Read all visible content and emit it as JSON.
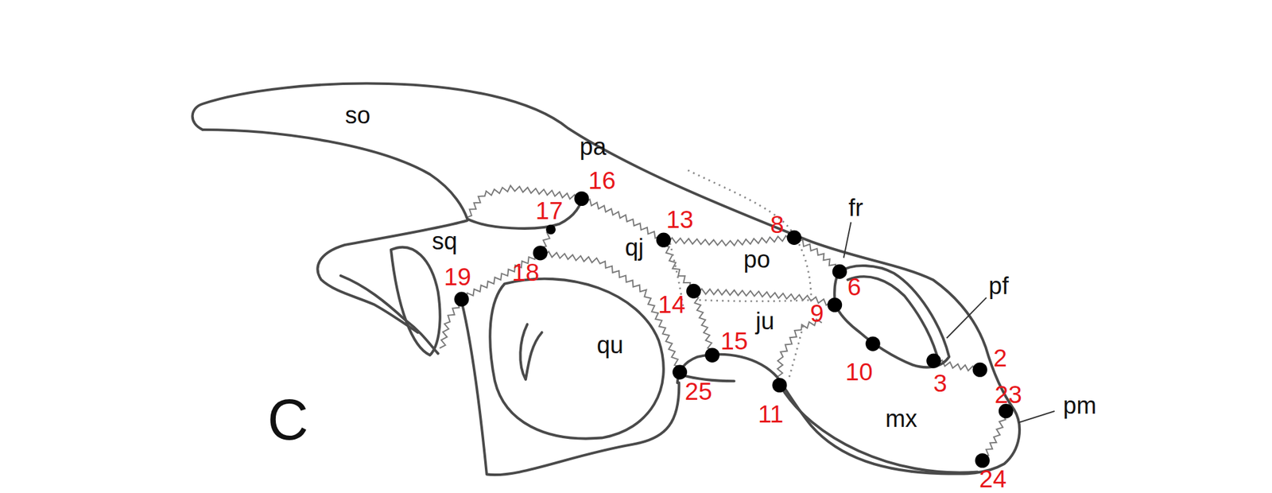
{
  "diagram": {
    "labels": [
      "so",
      "pa",
      "16",
      "17",
      "13",
      "8",
      "fr",
      "sq",
      "qj",
      "18",
      "po",
      "19",
      "6",
      "pf",
      "14",
      "9",
      "ju",
      "15",
      "10",
      "qu",
      "3",
      "2",
      "25",
      "23",
      "11",
      "mx",
      "pm",
      "C",
      "24"
    ]
  }
}
